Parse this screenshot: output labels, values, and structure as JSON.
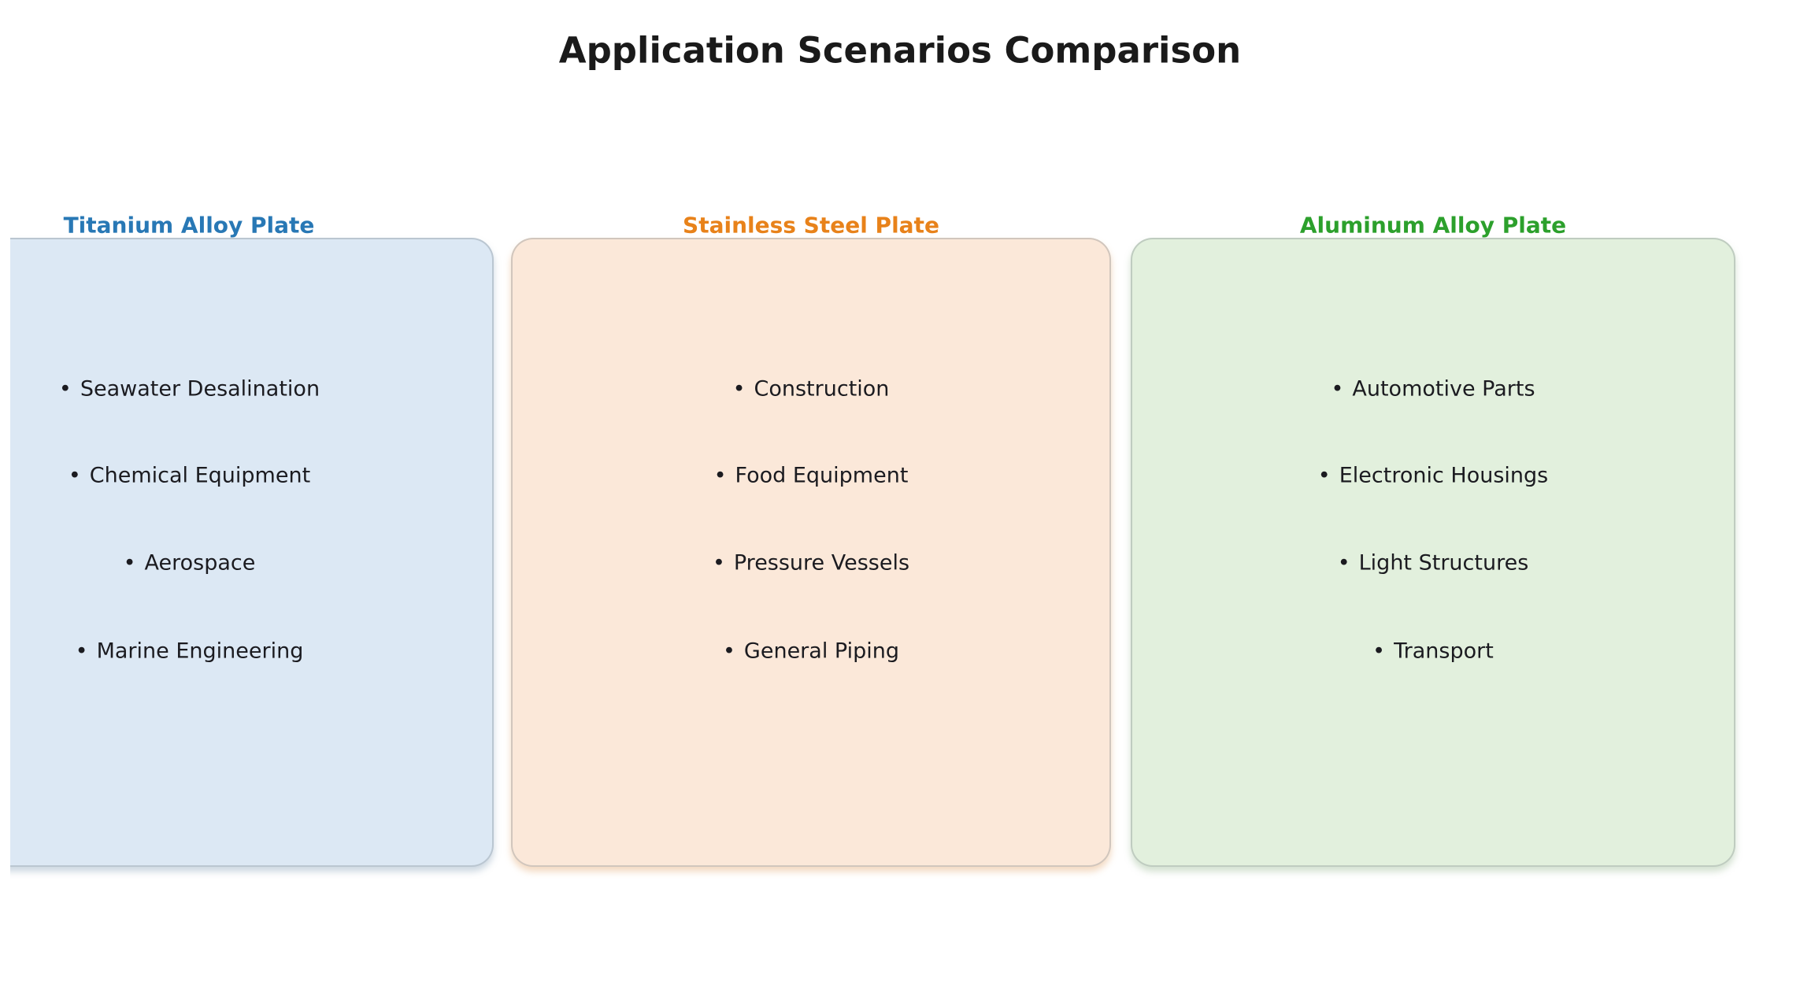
{
  "title": "Application Scenarios Comparison",
  "bullet_char": "•",
  "panels": [
    {
      "heading": "Titanium Alloy Plate",
      "accent": "#2878b5",
      "fill": "#dce8f4",
      "items": [
        "Seawater Desalination",
        "Chemical Equipment",
        "Aerospace",
        "Marine Engineering"
      ]
    },
    {
      "heading": "Stainless Steel Plate",
      "accent": "#e8821a",
      "fill": "#fbe8d9",
      "items": [
        "Construction",
        "Food Equipment",
        "Pressure Vessels",
        "General Piping"
      ]
    },
    {
      "heading": "Aluminum Alloy Plate",
      "accent": "#2ca02c",
      "fill": "#e2f0dd",
      "items": [
        "Automotive Parts",
        "Electronic Housings",
        "Light Structures",
        "Transport"
      ]
    }
  ]
}
